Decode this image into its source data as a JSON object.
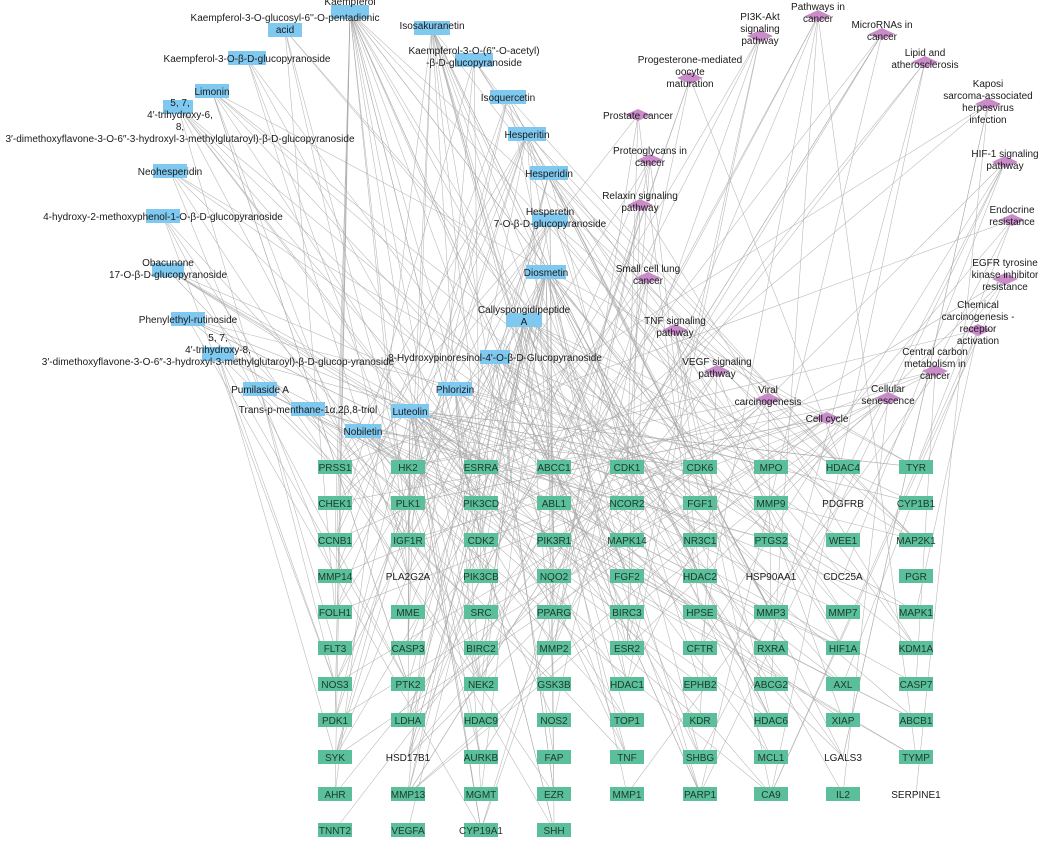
{
  "colors": {
    "compound_fill": "#7fc8f0",
    "target_fill": "#5cbf9b",
    "target_label_shaded": "#1a3a2c",
    "pathway_fill": "#c98cc9",
    "edge": "#a9a9a9"
  },
  "compounds": [
    {
      "id": "c1",
      "lines": [
        "Kaempferol"
      ]
    },
    {
      "id": "c2",
      "lines": [
        "Isosakuranetin"
      ]
    },
    {
      "id": "c3",
      "lines": [
        "Kaempferol-3-O-glucosyl-6''-O-pentadionic",
        "acid"
      ]
    },
    {
      "id": "c4",
      "lines": [
        "Kaempferol-3-O-(6''-O-acetyl)",
        "-β-D-glucopyranoside"
      ]
    },
    {
      "id": "c5",
      "lines": [
        "Kaempferol-3-O-β-D-glucopyranoside"
      ]
    },
    {
      "id": "c6",
      "lines": [
        "Limonin"
      ]
    },
    {
      "id": "c7",
      "lines": [
        "Isoquercetin"
      ]
    },
    {
      "id": "c8",
      "lines": [
        "5, 7,",
        "4′-trihydroxy-6,",
        "8,",
        "3′-dimethoxyflavone-3-O-6″-3-hydroxyl-3-methylglutaroyl)-β-D-glucopyranoside"
      ]
    },
    {
      "id": "c9",
      "lines": [
        "Hesperitin"
      ]
    },
    {
      "id": "c10",
      "lines": [
        "Neohesperidin"
      ]
    },
    {
      "id": "c11",
      "lines": [
        "Hesperidin"
      ]
    },
    {
      "id": "c12",
      "lines": [
        "Hesperetin",
        "7-O-β-D-glucopyranoside"
      ]
    },
    {
      "id": "c13",
      "lines": [
        "4-hydroxy-2-methoxyphenol-1-O-β-D-glucopyranoside"
      ]
    },
    {
      "id": "c14",
      "lines": [
        "Diosmetin"
      ]
    },
    {
      "id": "c15",
      "lines": [
        "Obacunone",
        "17-O-β-D-glucopyranoside"
      ]
    },
    {
      "id": "c16",
      "lines": [
        "Callyspongidipeptide",
        "A"
      ]
    },
    {
      "id": "c17",
      "lines": [
        "Phenylethyl-rutinoside"
      ]
    },
    {
      "id": "c18",
      "lines": [
        "5, 7,",
        "4′-trihydroxy-8,",
        "3′-dimethoxyflavone-3-O-6″-3-hydroxyl-3-methylglutaroyl)-β-D-glucop-yranoside"
      ]
    },
    {
      "id": "c19",
      "lines": [
        "8-Hydroxypinoresinol-4'-O-β-D-Glucopyranoside"
      ]
    },
    {
      "id": "c20",
      "lines": [
        "Pumilaside A"
      ]
    },
    {
      "id": "c21",
      "lines": [
        "Phlorizin"
      ]
    },
    {
      "id": "c22",
      "lines": [
        "Trans-p-menthane-1α,2β,8-triol"
      ]
    },
    {
      "id": "c23",
      "lines": [
        "Luteolin"
      ]
    },
    {
      "id": "c24",
      "lines": [
        "Nobiletin"
      ]
    }
  ],
  "pathways": [
    {
      "id": "p1",
      "lines": [
        "Pathways in",
        "cancer"
      ]
    },
    {
      "id": "p2",
      "lines": [
        "PI3K-Akt",
        "signaling",
        "pathway"
      ]
    },
    {
      "id": "p3",
      "lines": [
        "MicroRNAs in",
        "cancer"
      ]
    },
    {
      "id": "p4",
      "lines": [
        "Lipid and",
        "atherosclerosis"
      ]
    },
    {
      "id": "p5",
      "lines": [
        "Progesterone-mediated",
        "oocyte",
        "maturation"
      ]
    },
    {
      "id": "p6",
      "lines": [
        "Kaposi",
        "sarcoma-associated",
        "herpesvirus",
        "infection"
      ]
    },
    {
      "id": "p7",
      "lines": [
        "Prostate cancer"
      ]
    },
    {
      "id": "p8",
      "lines": [
        "Proteoglycans in",
        "cancer"
      ]
    },
    {
      "id": "p9",
      "lines": [
        "HIF-1 signaling",
        "pathway"
      ]
    },
    {
      "id": "p10",
      "lines": [
        "Relaxin signaling",
        "pathway"
      ]
    },
    {
      "id": "p11",
      "lines": [
        "Endocrine",
        "resistance"
      ]
    },
    {
      "id": "p12",
      "lines": [
        "Small cell lung",
        "cancer"
      ]
    },
    {
      "id": "p13",
      "lines": [
        "EGFR tyrosine",
        "kinase inhibitor",
        "resistance"
      ]
    },
    {
      "id": "p14",
      "lines": [
        "TNF signaling",
        "pathway"
      ]
    },
    {
      "id": "p15",
      "lines": [
        "Chemical",
        "carcinogenesis -",
        "receptor",
        "activation"
      ]
    },
    {
      "id": "p16",
      "lines": [
        "VEGF signaling",
        "pathway"
      ]
    },
    {
      "id": "p17",
      "lines": [
        "Central carbon",
        "metabolism in",
        "cancer"
      ]
    },
    {
      "id": "p18",
      "lines": [
        "Viral",
        "carcinogenesis"
      ]
    },
    {
      "id": "p19",
      "lines": [
        "Cellular",
        "senescence"
      ]
    },
    {
      "id": "p20",
      "lines": [
        "Cell cycle"
      ]
    }
  ],
  "targets": [
    [
      "PRSS1",
      "HK2",
      "ESRRA",
      "ABCC1",
      "CDK1",
      "CDK6",
      "MPO",
      "HDAC4",
      "TYR"
    ],
    [
      "CHEK1",
      "PLK1",
      "PIK3CD",
      "ABL1",
      "NCOR2",
      "FGF1",
      "MMP9",
      "PDGFRB",
      "CYP1B1"
    ],
    [
      "CCNB1",
      "IGF1R",
      "CDK2",
      "PIK3R1",
      "MAPK14",
      "NR3C1",
      "PTGS2",
      "WEE1",
      "MAP2K1"
    ],
    [
      "MMP14",
      "PLA2G2A",
      "PIK3CB",
      "NQO2",
      "FGF2",
      "HDAC2",
      "HSP90AA1",
      "CDC25A",
      "PGR"
    ],
    [
      "FOLH1",
      "MME",
      "SRC",
      "PPARG",
      "BIRC3",
      "HPSE",
      "MMP3",
      "MMP7",
      "MAPK1"
    ],
    [
      "FLT3",
      "CASP3",
      "BIRC2",
      "MMP2",
      "ESR2",
      "CFTR",
      "RXRA",
      "HIF1A",
      "KDM1A"
    ],
    [
      "NOS3",
      "PTK2",
      "NEK2",
      "GSK3B",
      "HDAC1",
      "EPHB2",
      "ABCG2",
      "AXL",
      "CASP7"
    ],
    [
      "PDK1",
      "LDHA",
      "HDAC9",
      "NOS2",
      "TOP1",
      "KDR",
      "HDAC6",
      "XIAP",
      "ABCB1"
    ],
    [
      "SYK",
      "HSD17B1",
      "AURKB",
      "FAP",
      "TNF",
      "SHBG",
      "MCL1",
      "LGALS3",
      "TYMP"
    ],
    [
      "AHR",
      "MMP13",
      "MGMT",
      "EZR",
      "MMP1",
      "PARP1",
      "CA9",
      "IL2",
      "SERPINE1"
    ],
    [
      "TNNT2",
      "VEGFA",
      "CYP19A1",
      "SHH"
    ]
  ],
  "shaded_targets": [
    "PDGFRB",
    "PLA2G2A",
    "HSP90AA1",
    "CDC25A",
    "HSD17B1",
    "LGALS3",
    "SERPINE1"
  ]
}
